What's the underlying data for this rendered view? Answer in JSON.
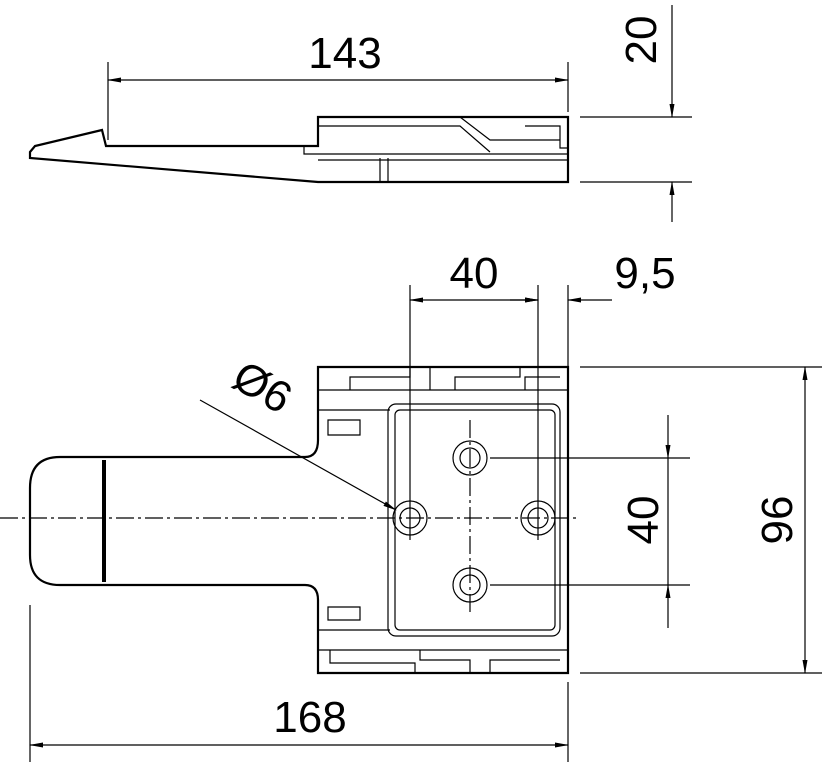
{
  "dimensions": {
    "overall_length_side": "143",
    "height": "20",
    "hole_spacing_horizontal": "40",
    "edge_offset": "9,5",
    "hole_diameter": "Ø6",
    "hole_spacing_vertical": "40",
    "width": "96",
    "overall_length_plan": "168"
  }
}
